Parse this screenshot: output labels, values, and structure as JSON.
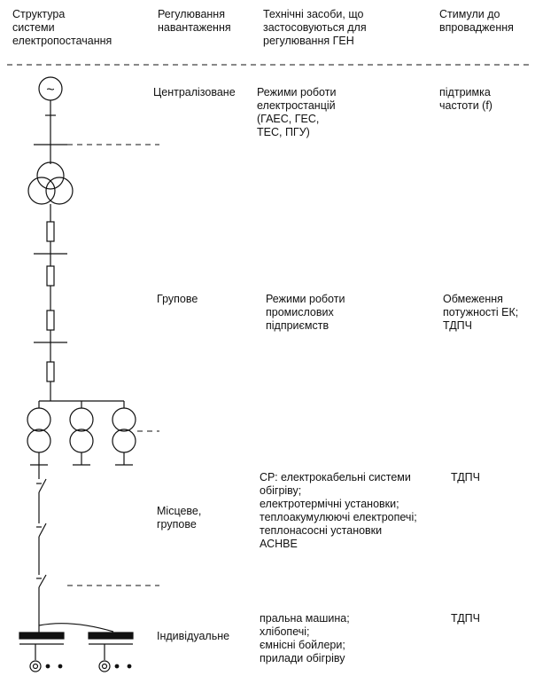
{
  "headers": {
    "structure": "Структура\nсистеми\nелектропостачання",
    "regulation": "Регулювання\nнавантаження",
    "means": "Технічні засоби, що\nзастосовуються для\nрегулювання ГЕН",
    "stimuli": "Стимули до\nвпровадження"
  },
  "rows": [
    {
      "regulation": "Централізоване",
      "means": "Режими роботи\nелектростанцій\n(ГАЕС, ГЕС,\nТЕС, ПГУ)",
      "stimuli": "підтримка\nчастоти (f)"
    },
    {
      "regulation": "Групове",
      "means": "Режими роботи\nпромислових\nпідприємств",
      "stimuli": "Обмеження\nпотужності ЕК;\nТДПЧ"
    },
    {
      "regulation": "Місцеве,\nгрупове",
      "means": "СР: електрокабельні системи\nобігріву;\nелектротермічні установки;\nтеплоакумулюючі електропечі;\nтеплонасосні установки\nАСНВЕ",
      "stimuli": "ТДПЧ"
    },
    {
      "regulation": "Індивідуальне",
      "means": "пральна машина;\nхлібопечі;\nємнісні бойлери;\nприлади обігріву",
      "stimuli": "ТДПЧ"
    }
  ],
  "generator_symbol": "~"
}
